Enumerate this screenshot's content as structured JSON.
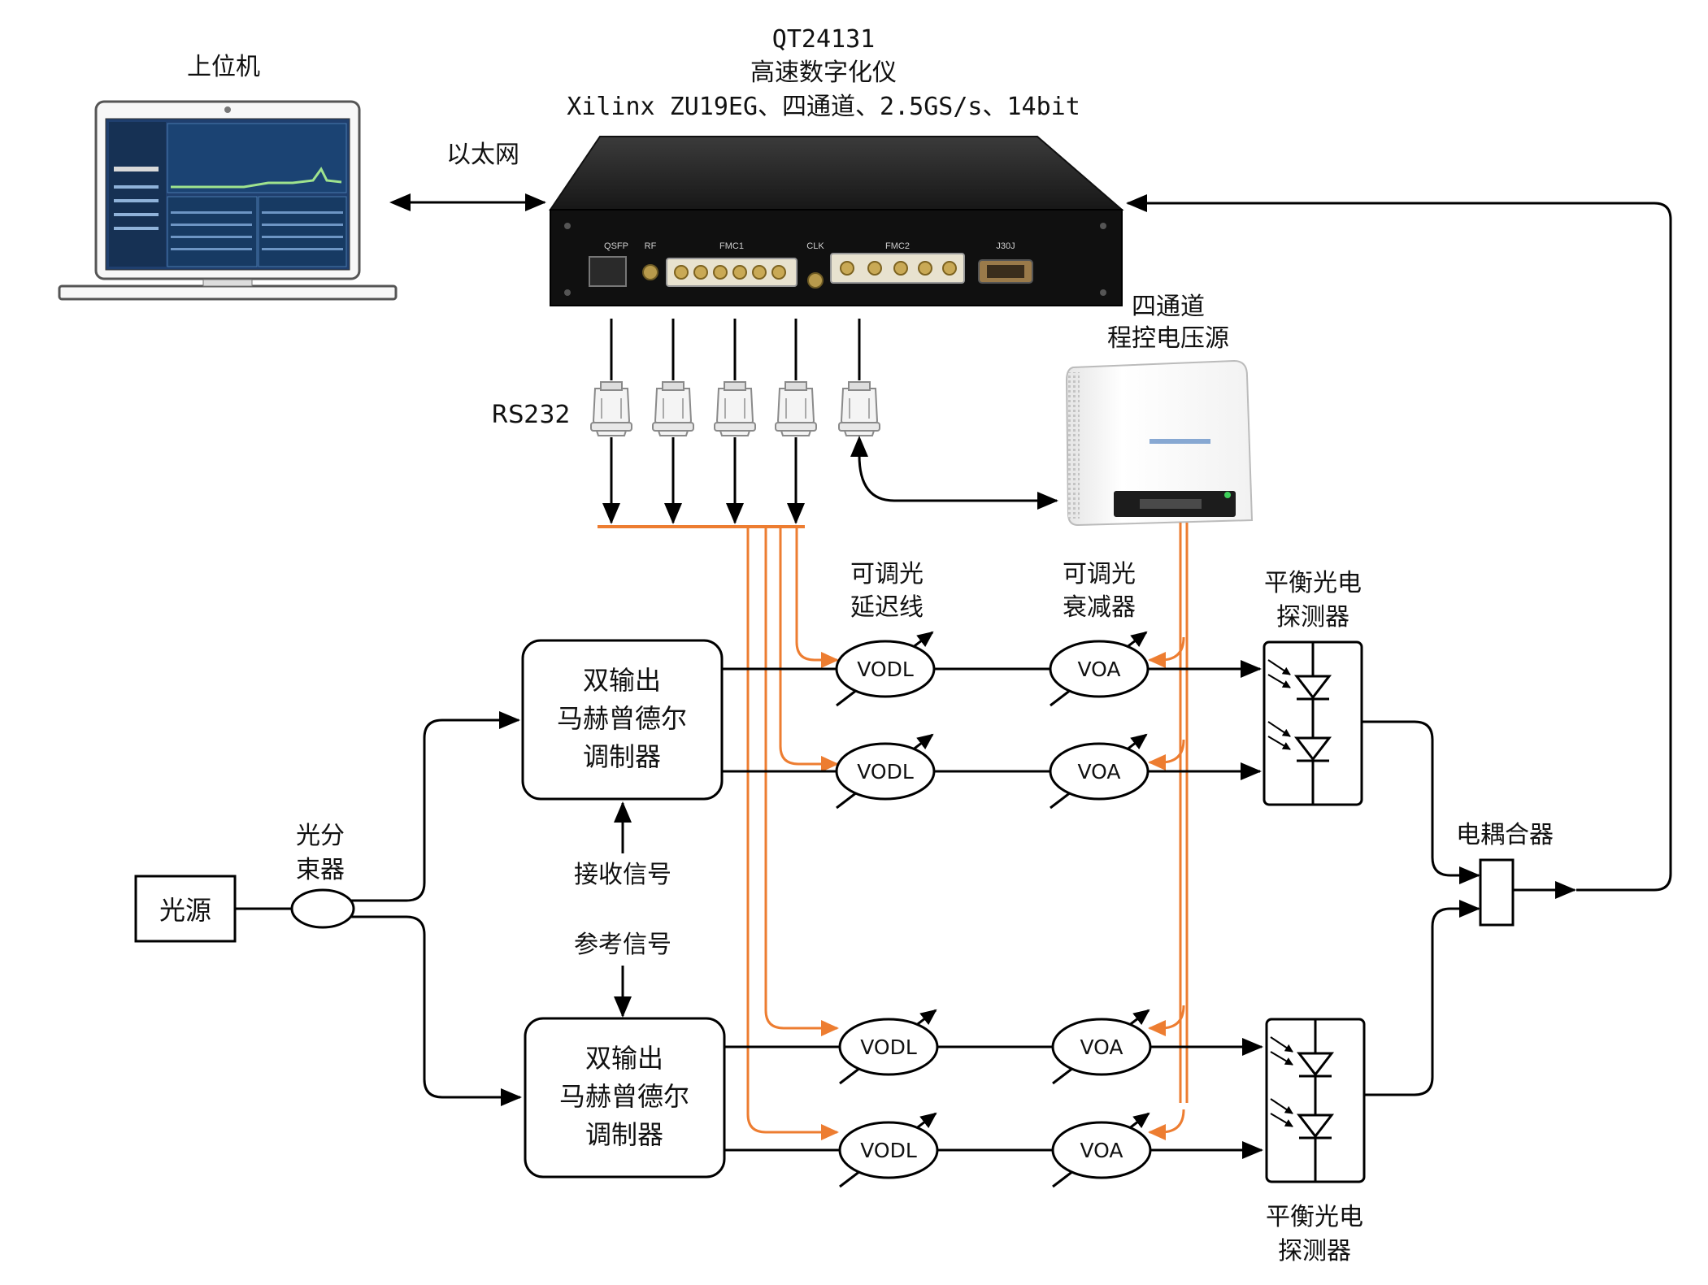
{
  "host": {
    "label": "上位机"
  },
  "link": {
    "ethernet": "以太网",
    "rs232": "RS232"
  },
  "digitizer": {
    "model": "QT24131",
    "name": "高速数字化仪",
    "spec": "Xilinx ZU19EG、四通道、2.5GS/s、14bit",
    "ports": [
      "QSFP",
      "RF",
      "FMC1",
      "CLK",
      "FMC2",
      "J30J"
    ]
  },
  "power": {
    "line1": "四通道",
    "line2": "程控电压源"
  },
  "source": {
    "label": "光源"
  },
  "splitter": {
    "line1": "光分",
    "line2": "束器"
  },
  "modulator": {
    "line1": "双输出",
    "line2": "马赫曾德尔",
    "line3": "调制器"
  },
  "signals": {
    "receive": "接收信号",
    "reference": "参考信号"
  },
  "vodl": {
    "label": "VODL",
    "caption1": "可调光",
    "caption2": "延迟线"
  },
  "voa": {
    "label": "VOA",
    "caption1": "可调光",
    "caption2": "衰减器"
  },
  "detector": {
    "line1": "平衡光电",
    "line2": "探测器"
  },
  "coupler": {
    "label": "电耦合器"
  },
  "colors": {
    "line": "#000000",
    "control": "#ED7D31",
    "device": "#1a1a1a",
    "screen": "#1f3f6e"
  }
}
